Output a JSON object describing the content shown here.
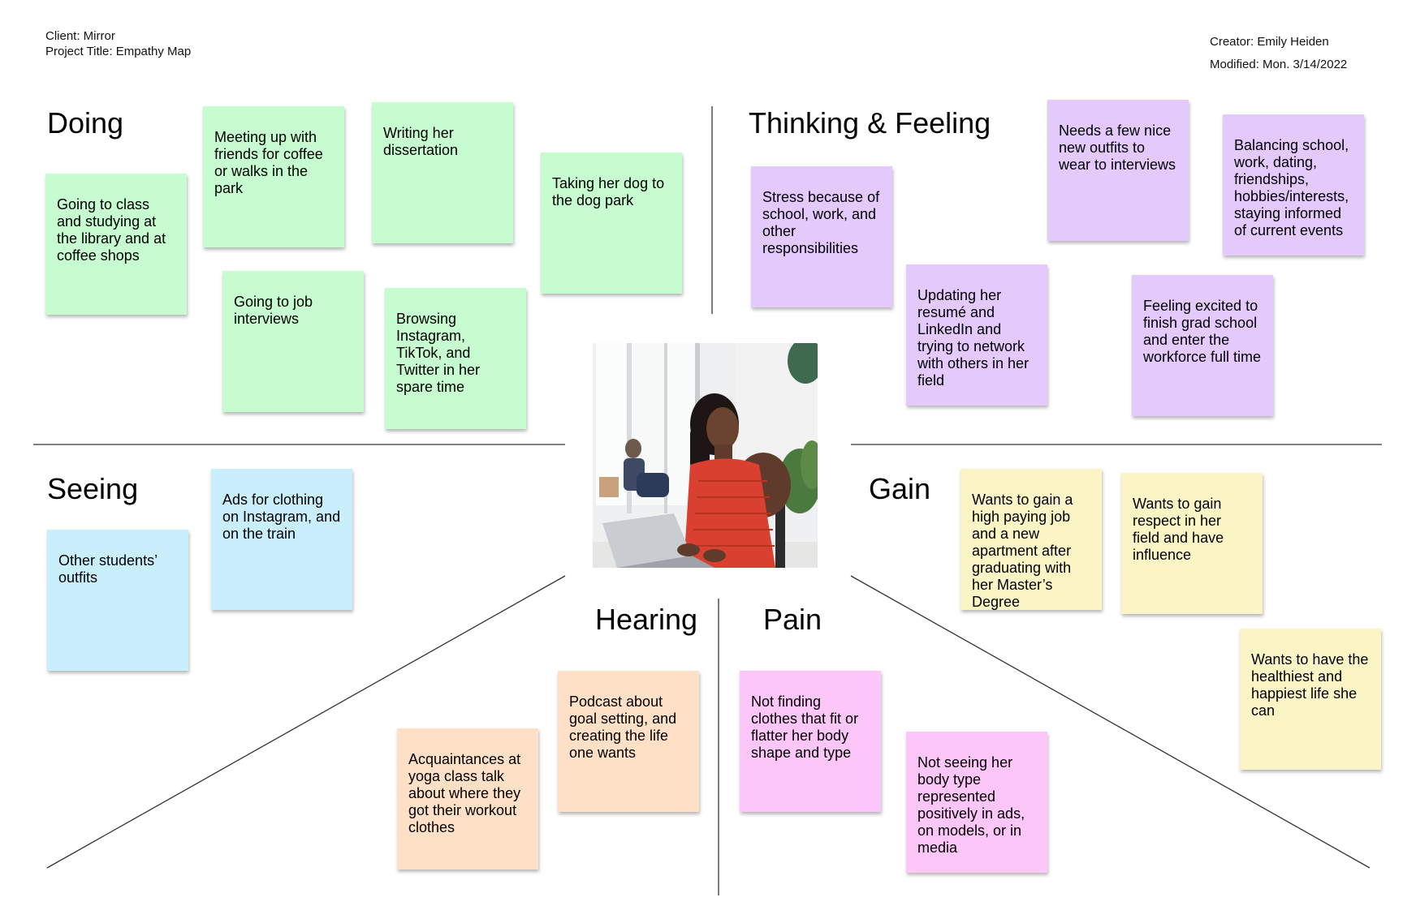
{
  "header": {
    "client": "Client: Mirror",
    "project_title": "Project Title: Empathy Map",
    "creator": "Creator: Emily Heiden",
    "modified": "Modified: Mon. 3/14/2022"
  },
  "sections": {
    "doing": {
      "title": "Doing",
      "notes": [
        "Going to class and studying at the library and at coffee shops",
        "Meeting up with friends for coffee or walks in the park",
        "Writing her dissertation",
        "Taking her dog to the dog park",
        "Going to job interviews",
        "Browsing Instagram, TikTok, and Twitter in her spare time"
      ]
    },
    "thinking_feeling": {
      "title": "Thinking & Feeling",
      "notes": [
        "Stress because of school, work, and other responsibilities",
        "Needs a few nice new outfits to wear to interviews",
        "Balancing school, work, dating, friendships, hobbies/interests, staying informed of current events",
        "Updating her resumé and LinkedIn and trying to network with others in her field",
        "Feeling excited to finish grad school and enter the workforce full time"
      ]
    },
    "seeing": {
      "title": "Seeing",
      "notes": [
        "Ads for clothing on Instagram, and on the train",
        "Other students’ outfits"
      ]
    },
    "hearing": {
      "title": "Hearing",
      "notes": [
        "Podcast about goal setting, and creating the life one wants",
        "Acquaintances at yoga class talk about where they got their workout clothes"
      ]
    },
    "pain": {
      "title": "Pain",
      "notes": [
        "Not finding clothes that fit or flatter her body shape and type",
        "Not seeing her body type represented positively in ads, on models, or in media"
      ]
    },
    "gain": {
      "title": "Gain",
      "notes": [
        "Wants to gain a high paying job and a new apartment after graduating with her Master’s Degree",
        "Wants to gain respect in her field and have influence",
        "Wants to have the healthiest and happiest life she can"
      ]
    }
  },
  "colors": {
    "doing": "#c6fccf",
    "thinking_feeling": "#e4c9fc",
    "seeing": "#c9effd",
    "hearing": "#fde0c5",
    "pain": "#fcc6f8",
    "gain": "#fbf4c5"
  },
  "photo": {
    "subject": "woman-working-on-laptop-photo"
  }
}
